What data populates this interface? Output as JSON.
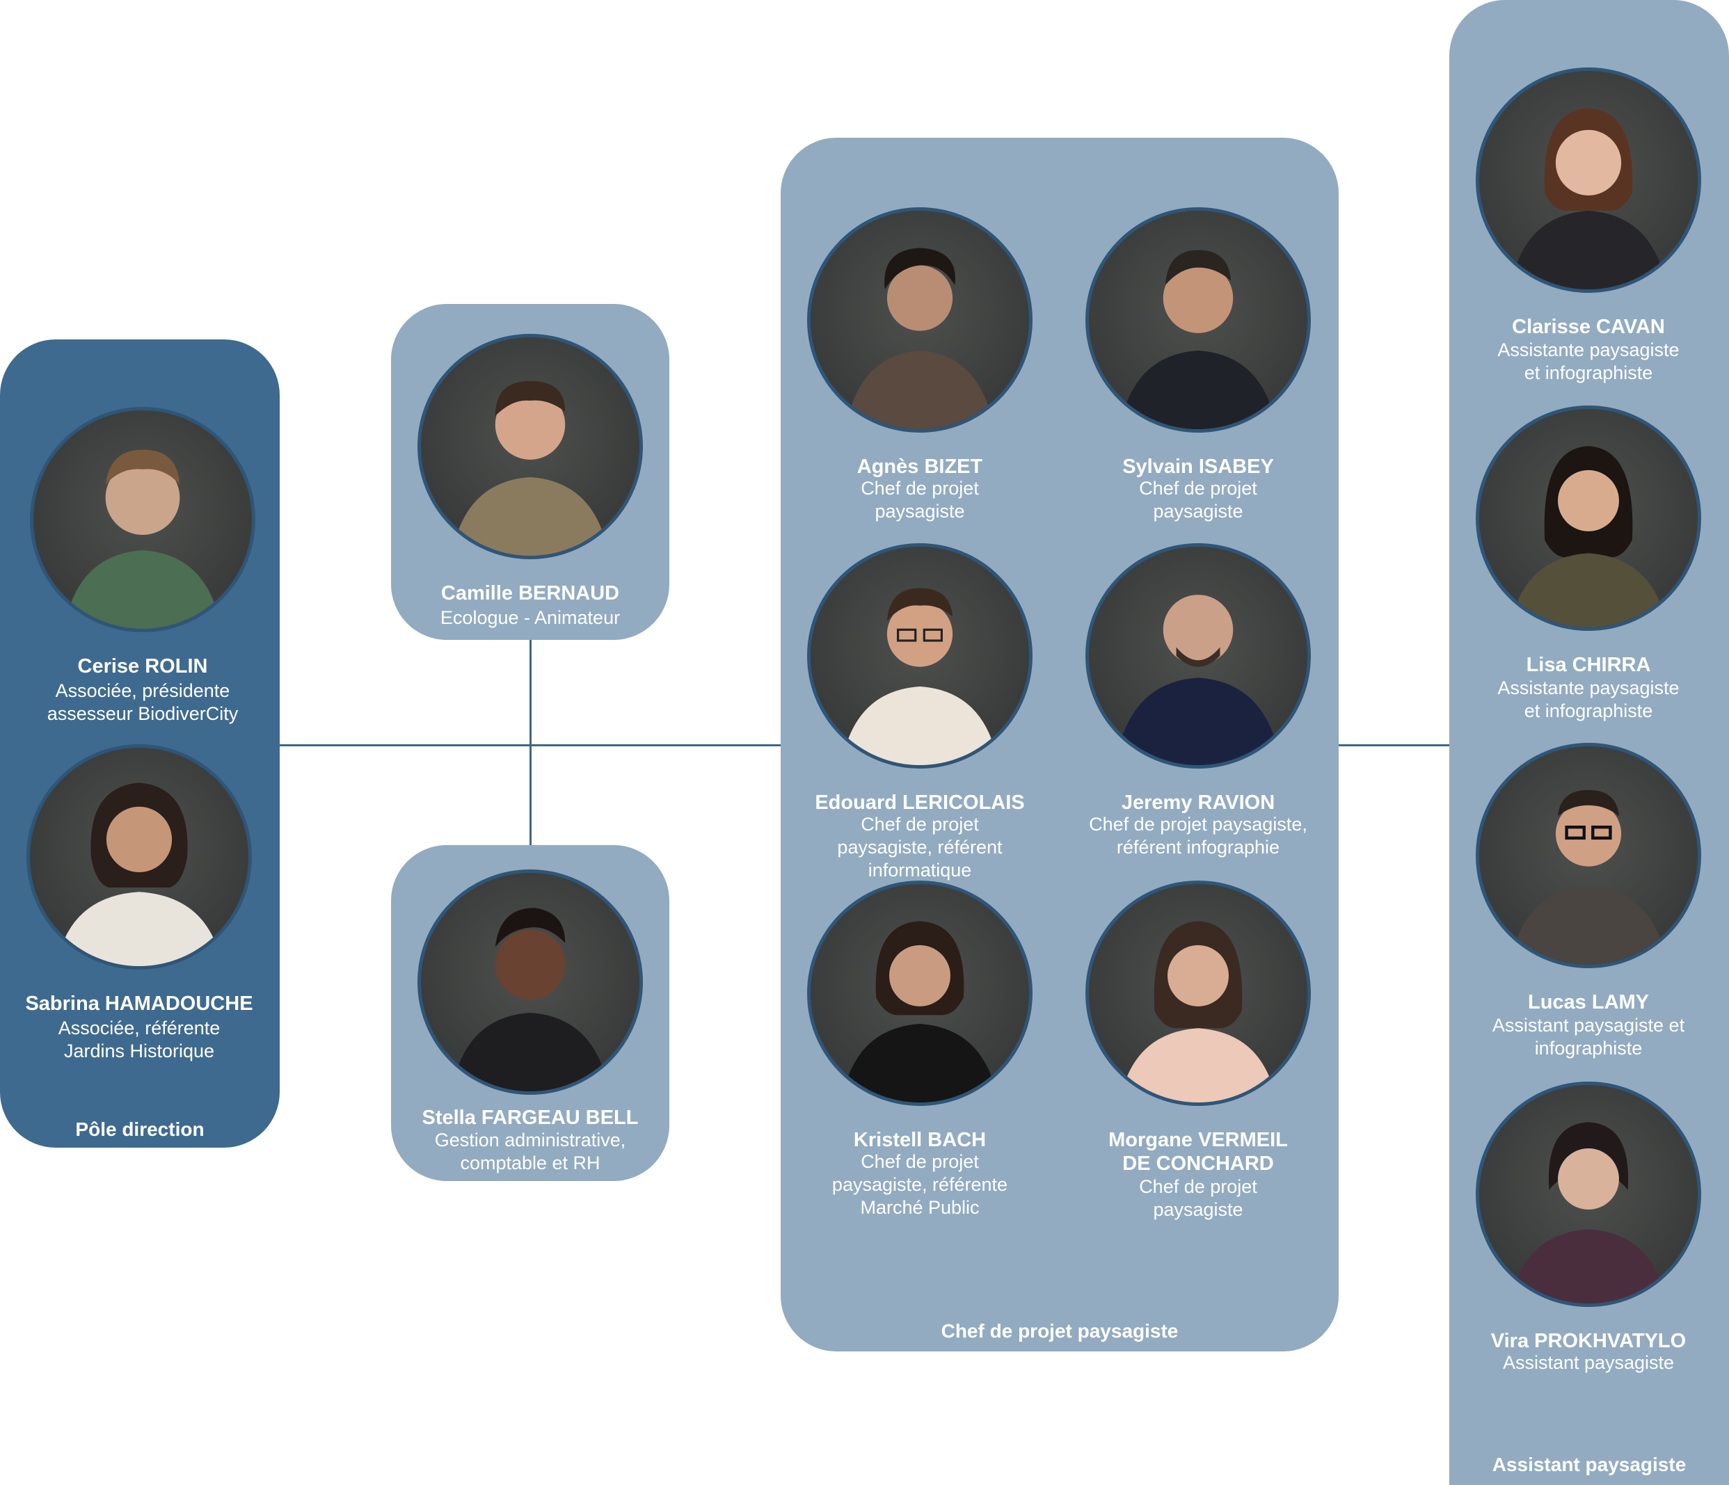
{
  "panels": {
    "direction": {
      "label": "Pôle direction"
    },
    "chef": {
      "label": "Chef de projet paysagiste"
    },
    "assistant": {
      "label": "Assistant paysagiste"
    }
  },
  "members": {
    "cerise": {
      "name": "Cerise ROLIN",
      "role1": "Associée, présidente",
      "role2": "assesseur BiodiverCity"
    },
    "sabrina": {
      "name": "Sabrina HAMADOUCHE",
      "role1": "Associée, référente",
      "role2": "Jardins Historique"
    },
    "camille": {
      "name": "Camille BERNAUD",
      "role1": "Ecologue - Animateur"
    },
    "stella": {
      "name": "Stella FARGEAU BELL",
      "role1": "Gestion administrative,",
      "role2": "comptable et RH"
    },
    "agnes": {
      "name": "Agnès BIZET",
      "role1": "Chef de projet",
      "role2": "paysagiste"
    },
    "sylvain": {
      "name": "Sylvain ISABEY",
      "role1": "Chef de projet",
      "role2": "paysagiste"
    },
    "edouard": {
      "name": "Edouard LERICOLAIS",
      "role1": "Chef de projet",
      "role2": "paysagiste, référent",
      "role3": "informatique"
    },
    "jeremy": {
      "name": "Jeremy RAVION",
      "role1": "Chef de projet paysagiste,",
      "role2": "référent infographie"
    },
    "kristell": {
      "name": "Kristell BACH",
      "role1": "Chef de projet",
      "role2": "paysagiste, référente",
      "role3": "Marché Public"
    },
    "morgane": {
      "name1": "Morgane VERMEIL",
      "name2": "DE CONCHARD",
      "role1": "Chef de projet",
      "role2": "paysagiste"
    },
    "clarisse": {
      "name": "Clarisse CAVAN",
      "role1": "Assistante paysagiste",
      "role2": "et infographiste"
    },
    "lisa": {
      "name": "Lisa CHIRRA",
      "role1": "Assistante paysagiste",
      "role2": "et infographiste"
    },
    "lucas": {
      "name": "Lucas LAMY",
      "role1": "Assistant paysagiste et",
      "role2": "infographiste"
    },
    "vira": {
      "name": "Vira PROKHVATYLO",
      "role1": "Assistant paysagiste"
    }
  },
  "icons": {
    "portrait": "person-photo-icon"
  },
  "colors": {
    "direction_panel": "#3f6a8f",
    "team_panel": "#92abc1",
    "connector": "#3f6789",
    "photo_background": "#3a3c3b"
  }
}
